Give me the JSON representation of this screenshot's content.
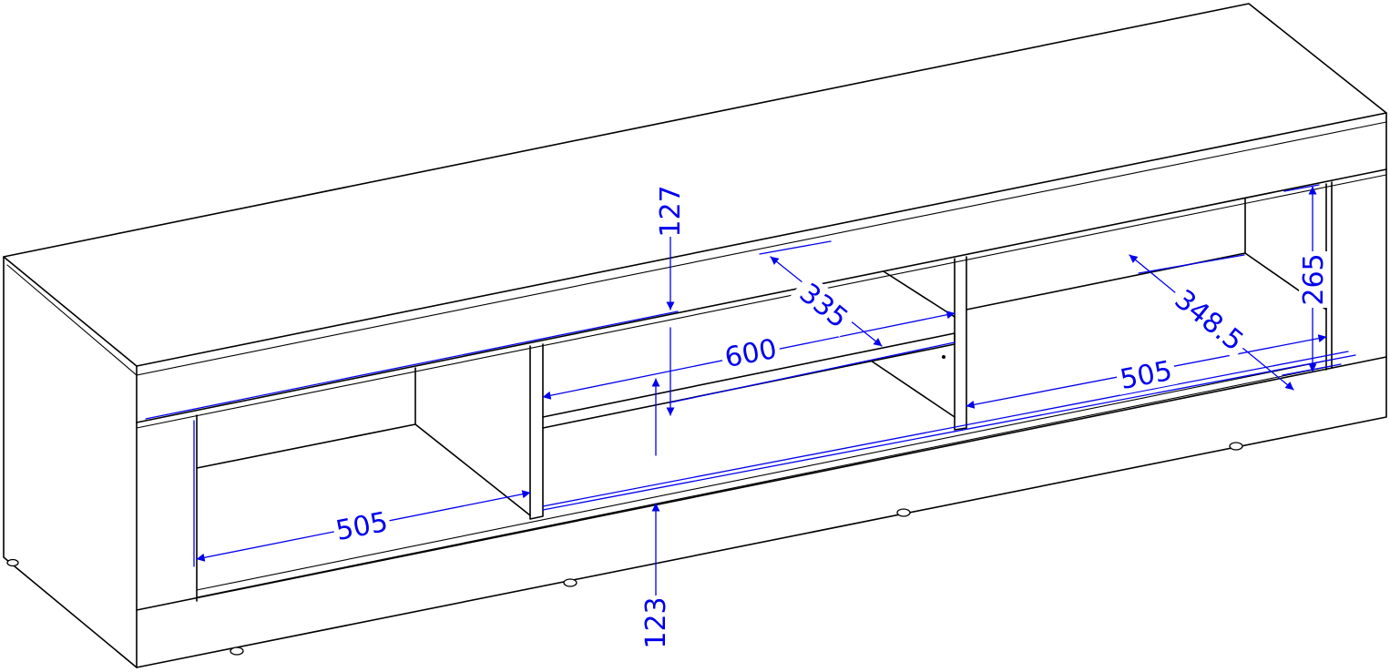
{
  "colors": {
    "outline": "#000000",
    "dimension": "#0000ee",
    "background": "#ffffff"
  },
  "dimensions": {
    "left_width": "505",
    "center_width": "600",
    "right_width": "505",
    "top_band": "127",
    "bottom_band": "123",
    "center_depth": "335",
    "right_depth": "348.5",
    "right_height": "265"
  }
}
